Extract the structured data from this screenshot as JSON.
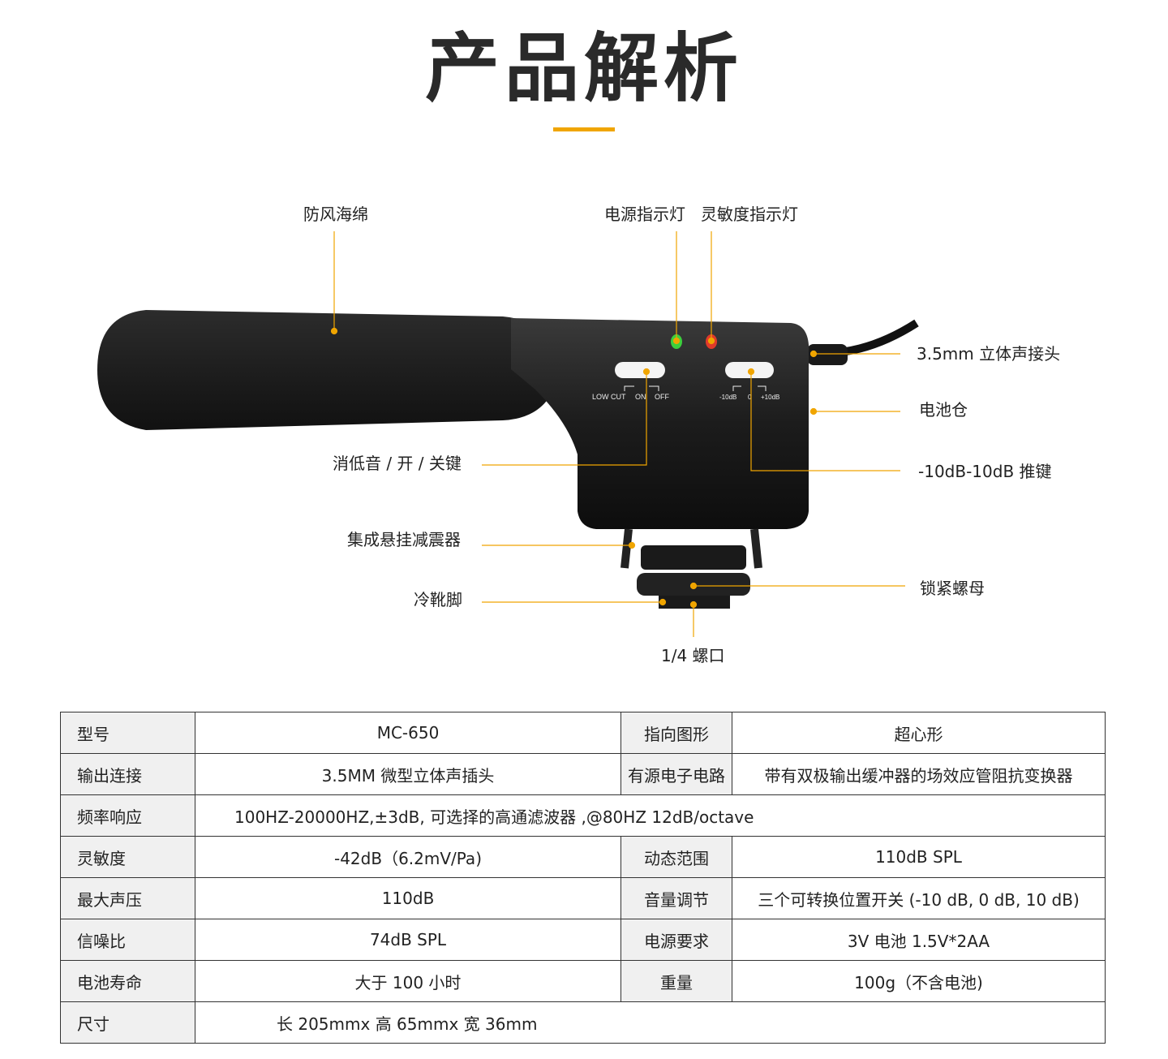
{
  "header": {
    "title": "产品解析"
  },
  "callouts": {
    "windscreen": "防风海绵",
    "power_led": "电源指示灯",
    "sensitivity_led": "灵敏度指示灯",
    "jack": "3.5mm 立体声接头",
    "battery": "电池仓",
    "lowcut_switch": "消低音 / 开 / 关键",
    "gain_switch": "-10dB-10dB 推键",
    "shock_mount": "集成悬挂减震器",
    "lock_nut": "锁紧螺母",
    "cold_shoe": "冷靴脚",
    "screw": "1/4 螺口"
  },
  "device_marks": {
    "low_cut": "LOW CUT",
    "on": "ON",
    "off": "OFF",
    "minus10": "-10dB",
    "zero": "0",
    "plus10": "+10dB"
  },
  "colors": {
    "accent": "#f0a500",
    "led_green": "#3ccf3c",
    "led_red": "#e03a2a"
  },
  "specs": {
    "model_k": "型号",
    "model_v": "MC-650",
    "pattern_k": "指向图形",
    "pattern_v": "超心形",
    "output_k": "输出连接",
    "output_v": "3.5MM 微型立体声插头",
    "circuit_k": "有源电子电路",
    "circuit_v": "带有双极输出缓冲器的场效应管阻抗变换器",
    "freq_k": "频率响应",
    "freq_v": "100HZ-20000HZ,±3dB, 可选择的高通滤波器 ,@80HZ 12dB/octave",
    "sens_k": "灵敏度",
    "sens_v": "-42dB（6.2mV/Pa)",
    "dyn_k": "动态范围",
    "dyn_v": "110dB SPL",
    "spl_k": "最大声压",
    "spl_v": "110dB",
    "vol_k": "音量调节",
    "vol_v": "三个可转换位置开关 (-10 dB, 0 dB, 10 dB)",
    "snr_k": "信噪比",
    "snr_v": "74dB SPL",
    "power_k": "电源要求",
    "power_v": "3V 电池 1.5V*2AA",
    "life_k": "电池寿命",
    "life_v": "大于 100 小时",
    "weight_k": "重量",
    "weight_v": "100g（不含电池)",
    "size_k": "尺寸",
    "size_v": "长 205mmx 高 65mmx 宽 36mm"
  }
}
